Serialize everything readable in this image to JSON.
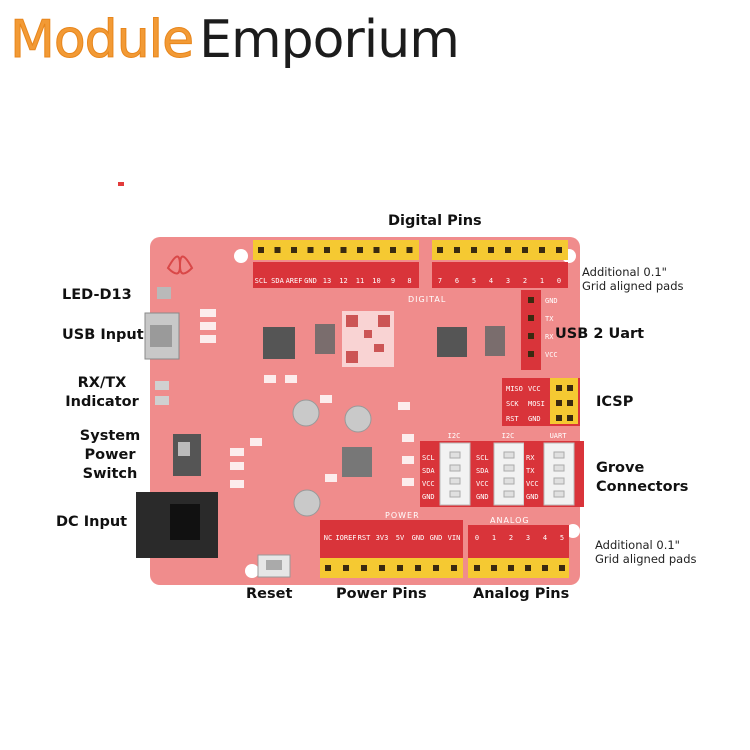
{
  "brand": {
    "part1": "Module",
    "part2": "Emporium"
  },
  "labels": {
    "digital_pins": "Digital Pins",
    "additional_top": "Additional 0.1\"\nGrid aligned pads",
    "led_d13": "LED-D13",
    "usb_input": "USB Input",
    "usb_uart": "USB 2 Uart",
    "rxtx": "RX/TX\nIndicator",
    "icsp": "ICSP",
    "power_switch": "System\nPower\nSwitch",
    "grove": "Grove\nConnectors",
    "dc_input": "DC Input",
    "additional_bottom": "Additional 0.1\"\nGrid aligned pads",
    "reset": "Reset",
    "power_pins": "Power Pins",
    "analog_pins": "Analog Pins"
  },
  "board": {
    "digital_silk": "DIGITAL",
    "power_silk": "POWER",
    "analog_silk": "ANALOG",
    "top_pins_left": [
      "SCL",
      "SDA",
      "AREF",
      "GND",
      "13",
      "12",
      "11",
      "10",
      "9",
      "8"
    ],
    "top_pins_right": [
      "7",
      "6",
      "5",
      "4",
      "3",
      "2",
      "1",
      "0"
    ],
    "power_pins": [
      "NC",
      "IOREF",
      "RST",
      "3V3",
      "5V",
      "GND",
      "GND",
      "VIN"
    ],
    "analog_pins": [
      "0",
      "1",
      "2",
      "3",
      "4",
      "5"
    ],
    "uart_pins": [
      "GND",
      "TX",
      "RX",
      "VCC"
    ],
    "icsp_pins": [
      "MISO",
      "VCC",
      "SCK",
      "MOSI",
      "RST",
      "GND"
    ],
    "grove_headers": [
      "I2C",
      "I2C",
      "UART"
    ],
    "grove_pins_i2c": [
      "SCL",
      "SDA",
      "VCC",
      "GND"
    ],
    "grove_pins_uart": [
      "RX",
      "TX",
      "VCC",
      "GND"
    ]
  },
  "colors": {
    "pcb": "#f08c8c",
    "header": "#f5c932",
    "brand_orange": "#f29a35"
  }
}
